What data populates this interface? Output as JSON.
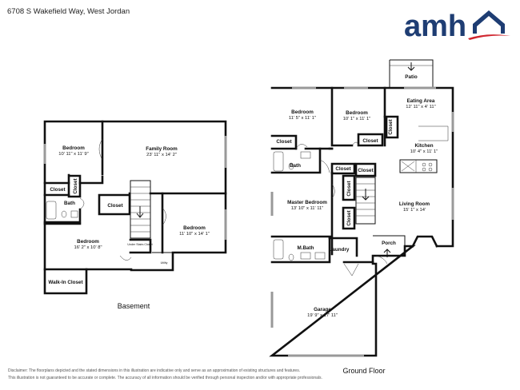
{
  "header": {
    "address": "6708 S Wakefield Way, West Jordan"
  },
  "logo": {
    "text": "amh",
    "color": "#1e3d73",
    "swoosh_color": "#d0262f"
  },
  "basement": {
    "floor_label": "Basement",
    "rooms": {
      "bedroom_nw": {
        "name": "Bedroom",
        "dims": "10' 11\" x 11' 9\""
      },
      "family_room": {
        "name": "Family Room",
        "dims": "23' 11\" x 14' 2\""
      },
      "bedroom_e": {
        "name": "Bedroom",
        "dims": "11' 10\" x 14' 1\""
      },
      "bedroom_sw": {
        "name": "Bedroom",
        "dims": "16' 2\" x 10' 8\""
      },
      "bath": {
        "name": "Bath"
      },
      "closet_1": {
        "name": "Closet"
      },
      "closet_2": {
        "name": "Closet"
      },
      "closet_3": {
        "name": "Closet"
      },
      "walk_in_closet": {
        "name": "Walk-In Closet"
      },
      "under_stairs": {
        "name": "Under Stairs Closet"
      },
      "utility": {
        "name": "Utility"
      }
    }
  },
  "ground": {
    "floor_label": "Ground Floor",
    "rooms": {
      "patio": {
        "name": "Patio"
      },
      "bedroom_1": {
        "name": "Bedroom",
        "dims": "11' 5\" x 11' 1\""
      },
      "bedroom_2": {
        "name": "Bedroom",
        "dims": "10' 1\" x 11' 1\""
      },
      "eating_area": {
        "name": "Eating Area",
        "dims": "12' 11\" x 4' 11\""
      },
      "kitchen": {
        "name": "Kitchen",
        "dims": "10' 4\" x 11' 1\""
      },
      "living_room": {
        "name": "Living Room",
        "dims": "15' 1\" x 14'"
      },
      "master_bedroom": {
        "name": "Master Bedroom",
        "dims": "13' 10\" x 11' 11\""
      },
      "bath": {
        "name": "Bath"
      },
      "master_bath": {
        "name": "M.Bath"
      },
      "laundry": {
        "name": "Laundry"
      },
      "porch": {
        "name": "Porch"
      },
      "garage": {
        "name": "Garage",
        "dims": "19' 9\" x 17' 11\""
      },
      "closet_1": {
        "name": "Closet"
      },
      "closet_2": {
        "name": "Closet"
      },
      "closet_3": {
        "name": "Closet"
      },
      "closet_4": {
        "name": "Closet"
      },
      "closet_5": {
        "name": "Closet"
      },
      "closet_6": {
        "name": "Closet"
      },
      "closet_7": {
        "name": "Closet"
      }
    }
  },
  "footer": {
    "disclaimer_1": "Disclaimer: The floorplans depicted and the stated dimensions in this illustration are indicative only and serve as an approximation of existing structures and features.",
    "disclaimer_2": "This illustration is not guaranteed to be accurate or complete. The accuracy of all information should be verified through personal inspection and/or with appropriate professionals."
  }
}
